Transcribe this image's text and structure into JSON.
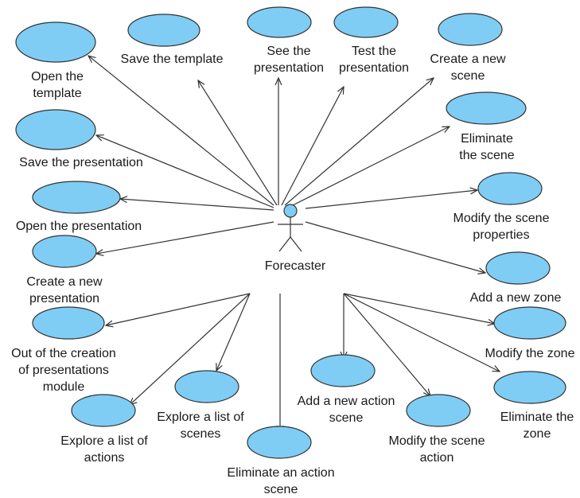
{
  "actor": {
    "label": "Forecaster"
  },
  "colors": {
    "use_case_fill": "#7fcdf5",
    "use_case_stroke": "#333333",
    "line": "#333333"
  },
  "use_cases": [
    {
      "id": "open-the-template",
      "label": [
        "Open the",
        "template"
      ]
    },
    {
      "id": "save-the-template",
      "label": [
        "Save the template"
      ]
    },
    {
      "id": "see-the-presentation",
      "label": [
        "See the",
        "presentation"
      ]
    },
    {
      "id": "test-the-presentation",
      "label": [
        "Test the",
        "presentation"
      ]
    },
    {
      "id": "create-a-new-scene",
      "label": [
        "Create a new",
        "scene"
      ]
    },
    {
      "id": "eliminate-the-scene",
      "label": [
        "Eliminate",
        "the scene"
      ]
    },
    {
      "id": "save-the-presentation",
      "label": [
        "Save the presentation"
      ]
    },
    {
      "id": "open-the-presentation",
      "label": [
        "Open the presentation"
      ]
    },
    {
      "id": "modify-the-scene-properties",
      "label": [
        "Modify the scene",
        "properties"
      ]
    },
    {
      "id": "create-a-new-presentation",
      "label": [
        "Create a new",
        "presentation"
      ]
    },
    {
      "id": "add-a-new-zone",
      "label": [
        "Add a new zone"
      ]
    },
    {
      "id": "out-of-the-creation-module",
      "label": [
        "Out of the creation",
        "of presentations",
        "module"
      ]
    },
    {
      "id": "modify-the-zone",
      "label": [
        "Modify the zone"
      ]
    },
    {
      "id": "eliminate-the-zone",
      "label": [
        "Eliminate the",
        "zone"
      ]
    },
    {
      "id": "explore-a-list-of-scenes",
      "label": [
        "Explore a list of",
        "scenes"
      ]
    },
    {
      "id": "add-a-new-action-scene",
      "label": [
        "Add a new action",
        "scene"
      ]
    },
    {
      "id": "explore-a-list-of-actions",
      "label": [
        "Explore a list of",
        "actions"
      ]
    },
    {
      "id": "modify-the-scene-action",
      "label": [
        "Modify the scene",
        "action"
      ]
    },
    {
      "id": "eliminate-an-action-scene",
      "label": [
        "Eliminate an action",
        "scene"
      ]
    }
  ]
}
